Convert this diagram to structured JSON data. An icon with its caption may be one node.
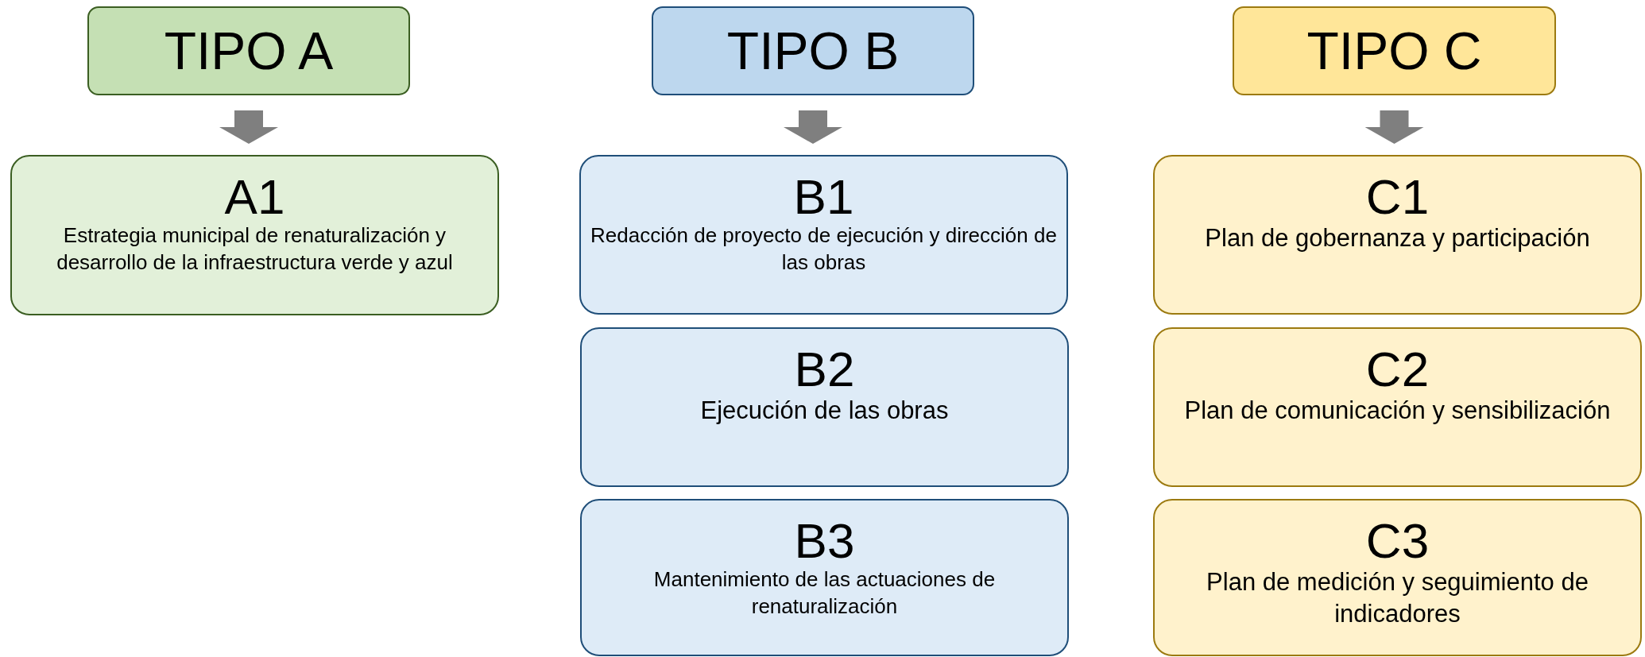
{
  "diagram": {
    "nodes": [
      {
        "text": [
          "TIPO A"
        ]
      },
      {
        "text": [
          "TIPO B"
        ]
      },
      {
        "text": [
          "TIPO C"
        ]
      },
      {
        "text": [
          "A1",
          "Estrategia municipal de renaturalización y desarrollo de la infraestructura verde y azul"
        ]
      },
      {
        "text": [
          "B1",
          "Redacción de proyecto de ejecución y dirección de las obras"
        ]
      },
      {
        "text": [
          "C1",
          "Plan de gobernanza y participación"
        ]
      },
      {
        "text": [
          "B2",
          "Ejecución de las obras"
        ]
      },
      {
        "text": [
          "C2",
          "Plan de comunicación y sensibilización"
        ]
      },
      {
        "text": [
          "B3",
          "Mantenimiento de las actuaciones de renaturalización"
        ]
      },
      {
        "text": [
          "C3",
          "Plan de medición y seguimiento de indicadores"
        ]
      }
    ],
    "edges": [
      {
        "from": 0,
        "to": 3,
        "arrow": "to"
      },
      {
        "from": 1,
        "to": 4,
        "arrow": "to"
      },
      {
        "from": 2,
        "to": 5,
        "arrow": "to"
      }
    ]
  }
}
